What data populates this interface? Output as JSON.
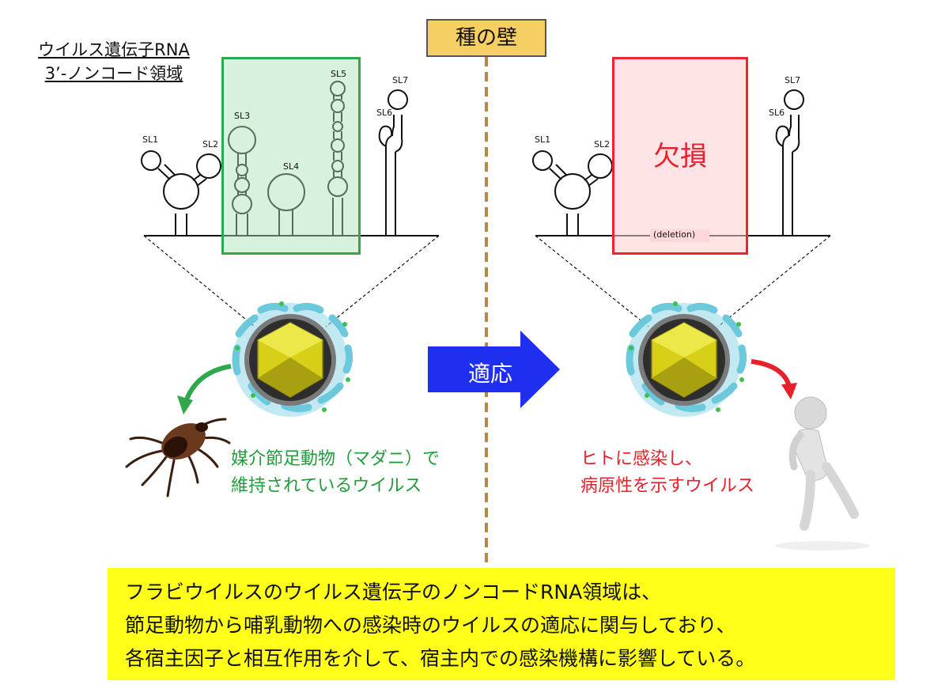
{
  "left_title": {
    "line1": "ウイルス遺伝子RNA",
    "line2": "3’-ノンコード領域"
  },
  "barrier_label": "種の壁",
  "deletion_label": "欠損",
  "deletion_note": "(deletion)",
  "adapt_label": "適応",
  "sl_labels": [
    "SL1",
    "SL2",
    "SL3",
    "SL4",
    "SL5",
    "SL6",
    "SL7"
  ],
  "left_caption": {
    "line1": "媒介節足動物（マダニ）で",
    "line2": "維持されているウイルス"
  },
  "right_caption": {
    "line1": "ヒトに感染し、",
    "line2": "病原性を示すウイルス"
  },
  "summary": {
    "line1": "フラビウイルスのウイルス遺伝子のノンコードRNA領域は、",
    "line2": "節足動物から哺乳動物への感染時のウイルスの適応に関与しており、",
    "line3": "各宿主因子と相互作用を介して、宿主内での感染機構に影響している。"
  },
  "colors": {
    "green": "#2ea84a",
    "red": "#e8202a",
    "barrier": "#f5cf62",
    "arrow": "#1f2ff0",
    "summary_bg": "#ffff1a"
  }
}
